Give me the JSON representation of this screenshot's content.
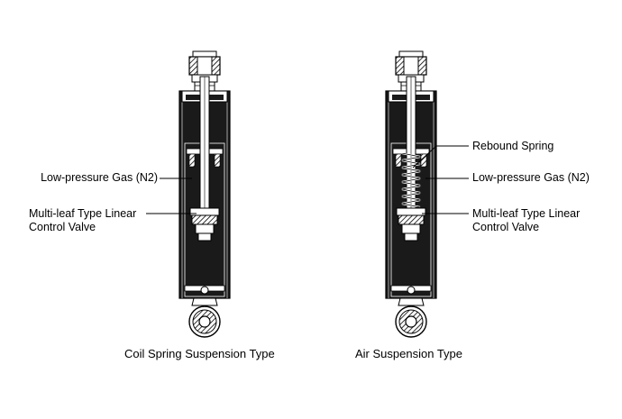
{
  "colors": {
    "ink": "#000000",
    "body": "#1a1a1a",
    "paper": "#ffffff"
  },
  "left_shock": {
    "labels": {
      "gas": "Low-pressure Gas (N2)",
      "valve_line1": "Multi-leaf Type Linear",
      "valve_line2": "Control Valve"
    },
    "caption": "Coil Spring Suspension Type"
  },
  "right_shock": {
    "labels": {
      "rebound": "Rebound Spring",
      "gas": "Low-pressure Gas (N2)",
      "valve_line1": "Multi-leaf Type Linear",
      "valve_line2": "Control Valve"
    },
    "caption": "Air Suspension Type"
  }
}
